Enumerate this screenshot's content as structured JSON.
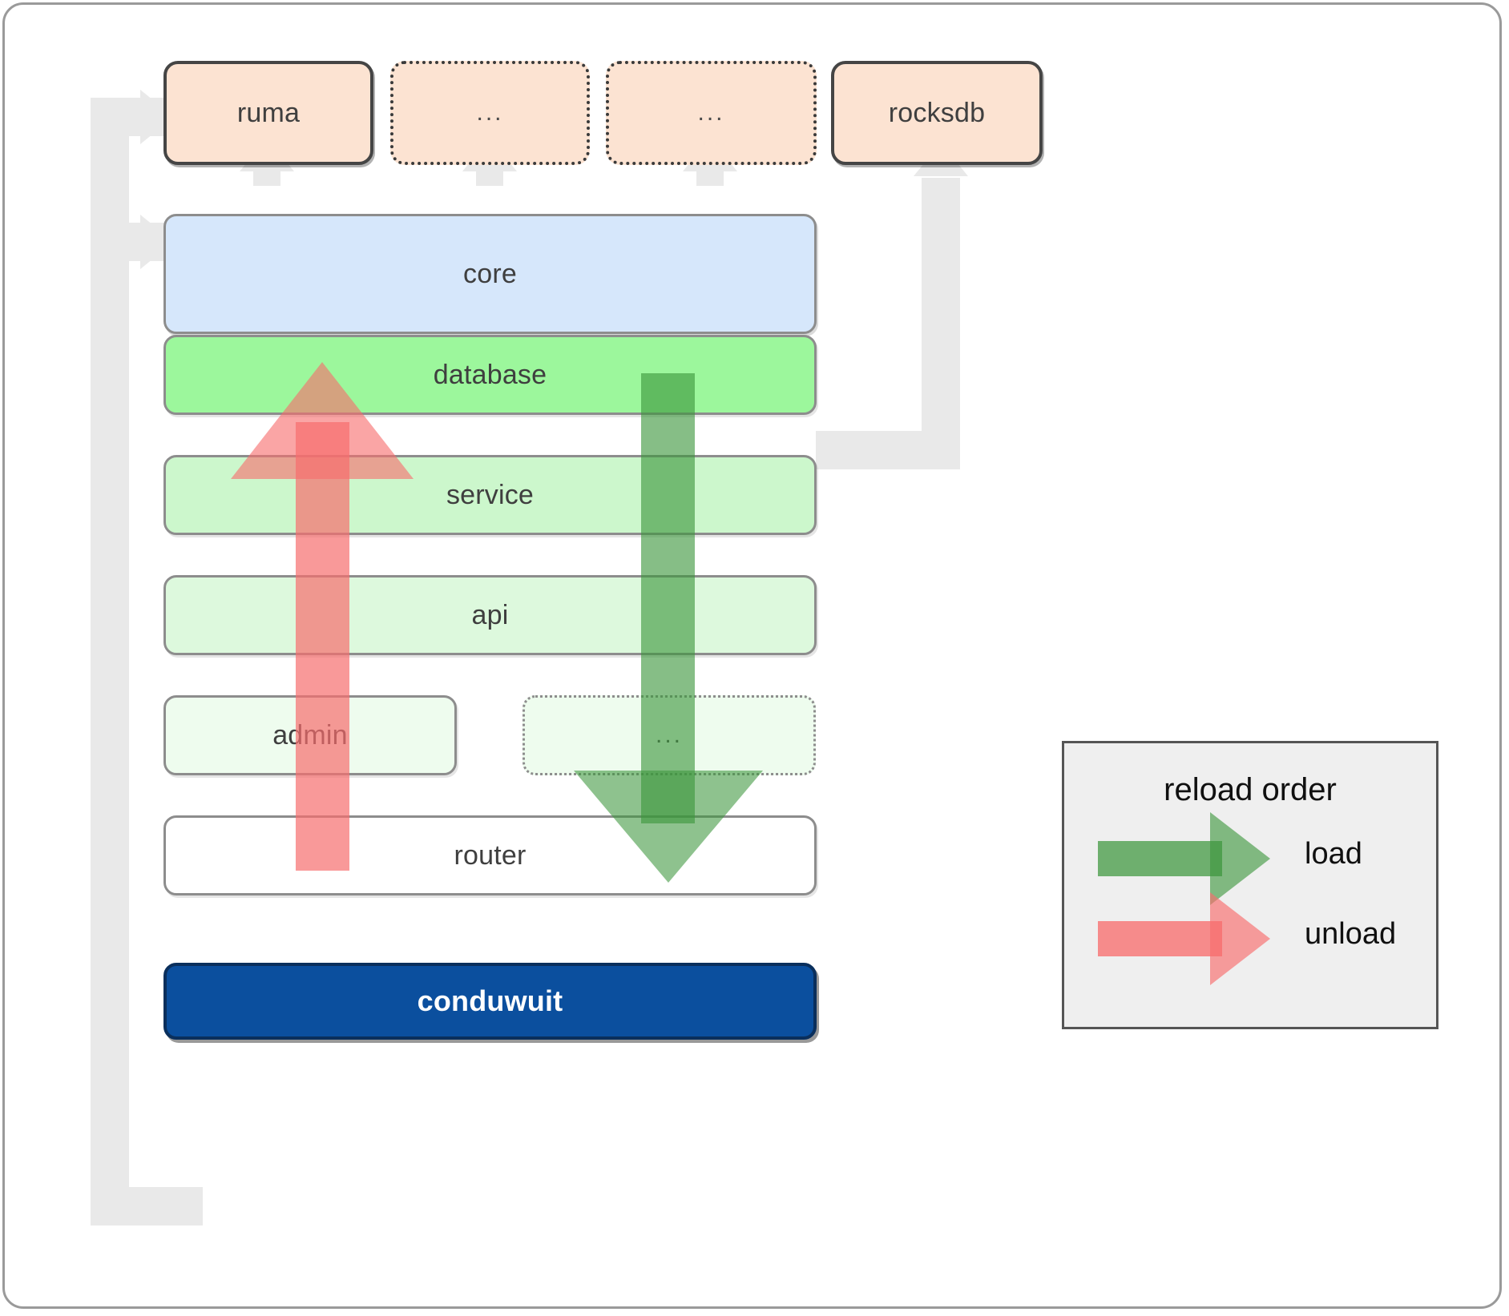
{
  "diagram": {
    "title": "conduwuit crate architecture / reload order",
    "dependencies": [
      {
        "label": "ruma",
        "style": "solid"
      },
      {
        "label": "...",
        "style": "dotted"
      },
      {
        "label": "...",
        "style": "dotted"
      },
      {
        "label": "rocksdb",
        "style": "solid"
      }
    ],
    "core": {
      "label": "core",
      "color": "#d6e7fb"
    },
    "layers": [
      {
        "label": "database",
        "color": "#9cf79c",
        "style": "solid"
      },
      {
        "label": "service",
        "color": "#ccf7cc",
        "style": "solid"
      },
      {
        "label": "api",
        "color": "#ddf9dd",
        "style": "solid"
      },
      {
        "label": "admin",
        "color": "#eefcee",
        "style": "solid"
      },
      {
        "label": "...",
        "color": "#eefcee",
        "style": "dotted"
      },
      {
        "label": "router",
        "color": "#ffffff",
        "style": "solid"
      }
    ],
    "app": {
      "label": "conduwuit",
      "color": "#0b4f9e",
      "text_color": "#ffffff"
    },
    "legend": {
      "title": "reload order",
      "items": [
        {
          "label": "load",
          "color": "#3c963c",
          "direction": "down"
        },
        {
          "label": "unload",
          "color": "#f76e6e",
          "direction": "up"
        }
      ]
    },
    "arrows": {
      "load": {
        "label": "load",
        "color": "#3c963c",
        "from": "database",
        "to": "router"
      },
      "unload": {
        "label": "unload",
        "color": "#f76e6e",
        "from": "router",
        "to": "database"
      }
    }
  }
}
